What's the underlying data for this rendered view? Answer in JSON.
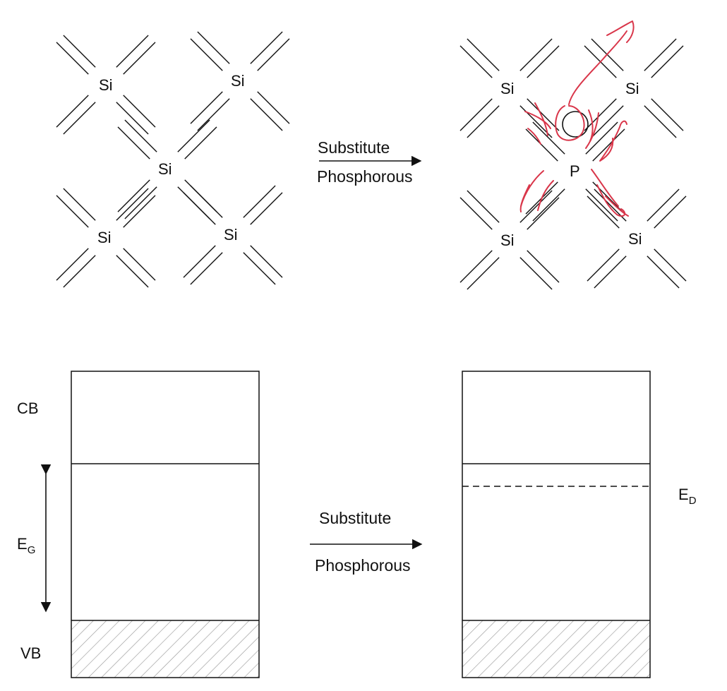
{
  "colors": {
    "ink": "#111111",
    "annotation": "#d9364a",
    "hatch": "#9a9a9a"
  },
  "lattice_pure": {
    "atoms": [
      "Si",
      "Si",
      "Si",
      "Si",
      "Si"
    ]
  },
  "arrow_top": {
    "line1": "Substitute",
    "line2": "Phosphorous"
  },
  "lattice_doped": {
    "atoms": [
      "Si",
      "Si",
      "P",
      "Si",
      "Si"
    ]
  },
  "band_left": {
    "cb_label": "CB",
    "vb_label": "VB",
    "gap_label_main": "E",
    "gap_label_sub": "G"
  },
  "arrow_bottom": {
    "line1": "Substitute",
    "line2": "Phosphorous"
  },
  "band_right": {
    "donor_label_main": "E",
    "donor_label_sub": "D"
  },
  "icons": {
    "electron": "circled-electron-icon",
    "arrowhead": "arrowhead-icon"
  }
}
